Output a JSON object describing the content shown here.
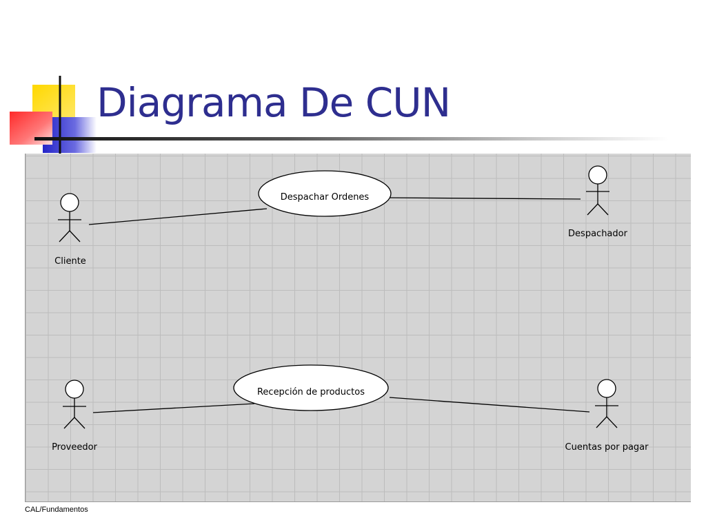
{
  "slide": {
    "title": "Diagrama De CUN",
    "footer": "CAL/Fundamentos"
  },
  "diagram": {
    "type": "use-case",
    "actors": [
      {
        "id": "cliente",
        "label": "Cliente"
      },
      {
        "id": "despachador",
        "label": "Despachador"
      },
      {
        "id": "proveedor",
        "label": "Proveedor"
      },
      {
        "id": "cuentas",
        "label": "Cuentas por pagar"
      }
    ],
    "use_cases": [
      {
        "id": "despachar",
        "label": "Despachar Ordenes"
      },
      {
        "id": "recepcion",
        "label": "Recepción de productos"
      }
    ],
    "associations": [
      {
        "from": "cliente",
        "to": "despachar"
      },
      {
        "from": "despachar",
        "to": "despachador"
      },
      {
        "from": "proveedor",
        "to": "recepcion"
      },
      {
        "from": "recepcion",
        "to": "cuentas"
      }
    ]
  },
  "colors": {
    "title": "#2e2e8f",
    "grid_background": "#d4d4d4",
    "grid_lines": "#bcbcbc",
    "logo_yellow": "#ffcc00",
    "logo_red": "#ff3333",
    "logo_blue": "#3333cc"
  }
}
